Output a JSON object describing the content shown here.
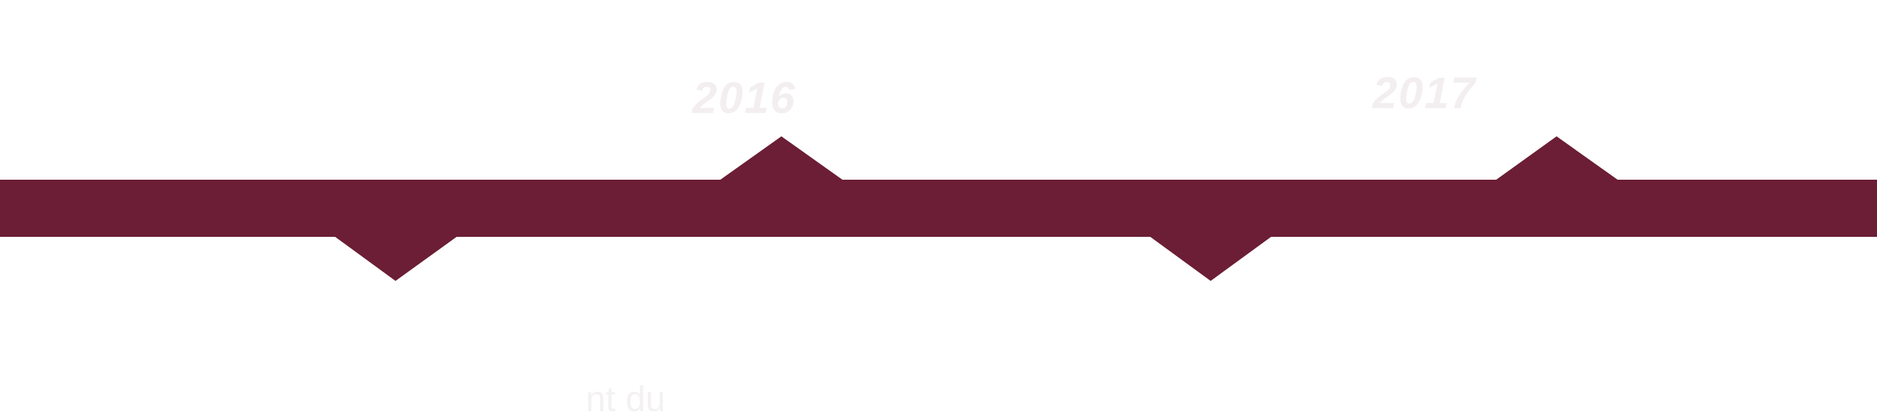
{
  "timeline": {
    "color": "#6b1e35",
    "years": [
      "2016",
      "2017"
    ],
    "caption_fragment": "nt du"
  }
}
